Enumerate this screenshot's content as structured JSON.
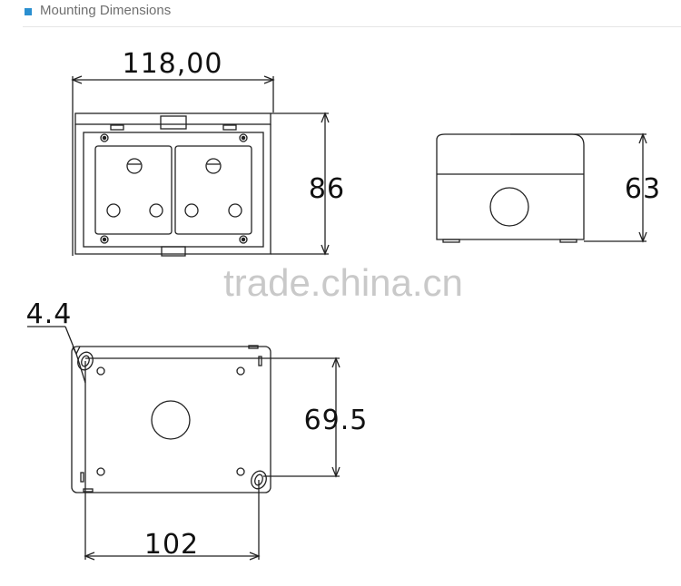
{
  "section": {
    "title": "Mounting Dimensions",
    "accent_color": "#2a8fd0"
  },
  "dimensions": {
    "overall_width": "118,00",
    "front_height": "86",
    "side_height": "63",
    "hole_diameter": "4.4",
    "hole_vertical_spacing": "69.5",
    "hole_horizontal_spacing": "102"
  },
  "watermark": "trade.china.cn",
  "views": [
    {
      "name": "front view",
      "socket_count": 2
    },
    {
      "name": "side view"
    },
    {
      "name": "rear mounting view"
    }
  ]
}
